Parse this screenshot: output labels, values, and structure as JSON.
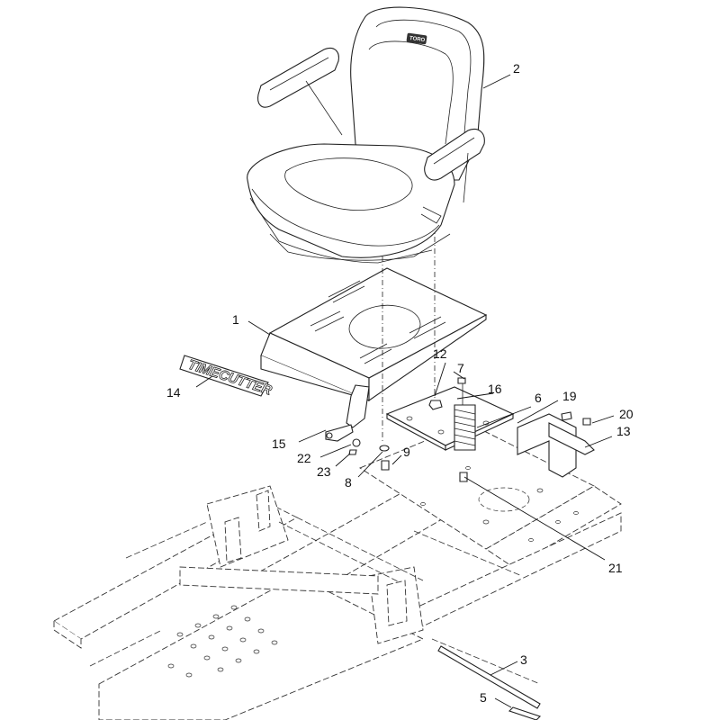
{
  "diagram": {
    "decal_text": "TIMECUTTER",
    "seat_logo_text": "TORO",
    "callouts": [
      {
        "id": "label-1",
        "text": "1"
      },
      {
        "id": "label-2",
        "text": "2"
      },
      {
        "id": "label-3",
        "text": "3"
      },
      {
        "id": "label-5",
        "text": "5"
      },
      {
        "id": "label-6",
        "text": "6"
      },
      {
        "id": "label-7",
        "text": "7"
      },
      {
        "id": "label-8",
        "text": "8"
      },
      {
        "id": "label-9",
        "text": "9"
      },
      {
        "id": "label-12",
        "text": "12"
      },
      {
        "id": "label-13",
        "text": "13"
      },
      {
        "id": "label-14",
        "text": "14"
      },
      {
        "id": "label-15",
        "text": "15"
      },
      {
        "id": "label-16",
        "text": "16"
      },
      {
        "id": "label-19",
        "text": "19"
      },
      {
        "id": "label-20",
        "text": "20"
      },
      {
        "id": "label-21",
        "text": "21"
      },
      {
        "id": "label-22",
        "text": "22"
      },
      {
        "id": "label-23",
        "text": "23"
      }
    ]
  }
}
